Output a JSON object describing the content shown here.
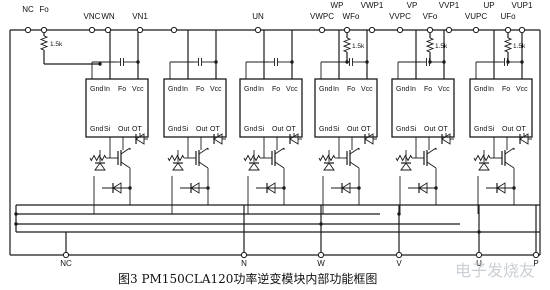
{
  "top_terminals": [
    {
      "id": "nc",
      "label": "NC"
    },
    {
      "id": "fo",
      "label": "Fo"
    },
    {
      "id": "vnc",
      "label": "VNC"
    },
    {
      "id": "wn",
      "label": "WN"
    },
    {
      "id": "vn1",
      "label": "VN1"
    },
    {
      "id": "un",
      "label": "UN"
    },
    {
      "id": "vwpc",
      "label": "VWPC"
    },
    {
      "id": "wp",
      "label": "WP"
    },
    {
      "id": "wfo",
      "label": "WFo"
    },
    {
      "id": "vwp1",
      "label": "VWP1"
    },
    {
      "id": "vvpc",
      "label": "VVPC"
    },
    {
      "id": "vp",
      "label": "VP"
    },
    {
      "id": "vfo",
      "label": "VFo"
    },
    {
      "id": "vvp1",
      "label": "VVP1"
    },
    {
      "id": "vupc",
      "label": "VUPC"
    },
    {
      "id": "up",
      "label": "UP"
    },
    {
      "id": "ufo",
      "label": "UFo"
    },
    {
      "id": "vup1",
      "label": "VUP1"
    }
  ],
  "resistor_label": "1.5k",
  "driver_pins": {
    "top": [
      "Gnd",
      "In",
      "Fo",
      "Vcc"
    ],
    "bottom": [
      "Gnd",
      "Si",
      "Out",
      "OT"
    ]
  },
  "bottom_terminals": [
    {
      "id": "nc_bottom",
      "label": "NC"
    },
    {
      "id": "n",
      "label": "N"
    },
    {
      "id": "w",
      "label": "W"
    },
    {
      "id": "v",
      "label": "V"
    },
    {
      "id": "u",
      "label": "U"
    },
    {
      "id": "p",
      "label": "P"
    }
  ],
  "caption": "图3  PM150CLA120功率逆变模块内部功能框图",
  "watermark": "电子发烧友"
}
